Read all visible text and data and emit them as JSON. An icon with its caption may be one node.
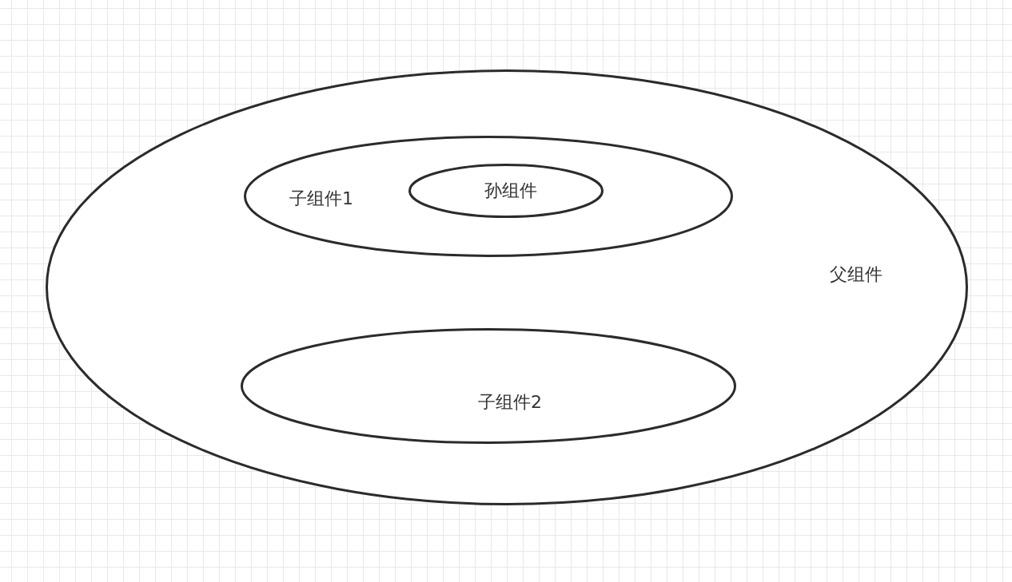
{
  "diagram": {
    "nodes": [
      {
        "text": [
          "父组件"
        ]
      },
      {
        "text": [
          "子组件1"
        ],
        "in": 0
      },
      {
        "text": [
          "孙组件"
        ],
        "in": 1
      },
      {
        "text": [
          "子组件2"
        ],
        "in": 0
      }
    ]
  }
}
